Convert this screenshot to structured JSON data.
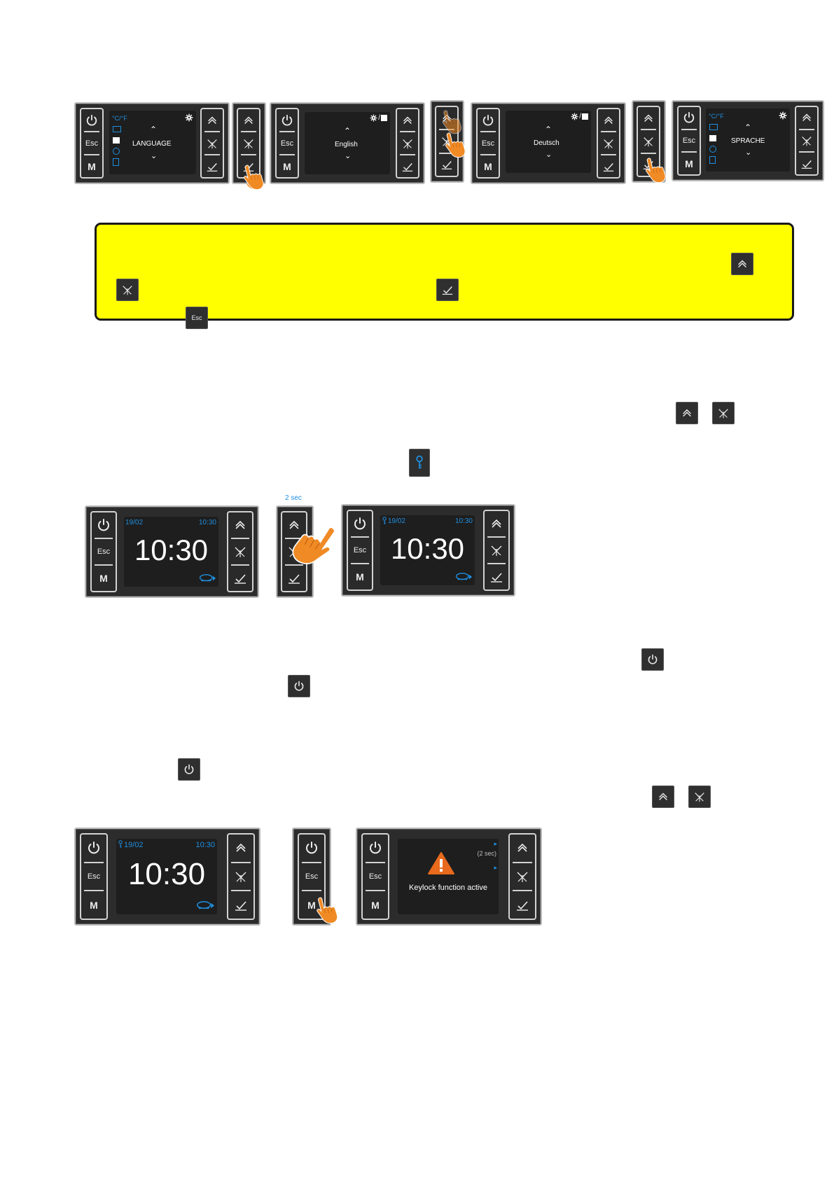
{
  "keys": {
    "esc": "Esc",
    "m": "M"
  },
  "language_sequence": {
    "screen1": {
      "label": "LANGUAGE",
      "temp_icon": "°C/°F",
      "settings_icon": "gear-icon"
    },
    "screen2": {
      "label": "English",
      "status_icon": "gear-icon / book-icon"
    },
    "screen3": {
      "label": "Deutsch",
      "status_icon": "gear-icon / book-icon"
    },
    "screen4": {
      "label": "SPRACHE",
      "temp_icon": "°C/°F",
      "settings_icon": "gear-icon"
    }
  },
  "keylock": {
    "hold_label": "2 sec",
    "clock_time": "10:30",
    "date": "19/02",
    "small_time": "10:30"
  },
  "keylock_active": {
    "message": "Keylock function active",
    "hint": "(2 sec)"
  },
  "inline_icons": {
    "esc_icon_label": "Esc"
  },
  "colors": {
    "accent_blue": "#1e8fe0",
    "note_yellow": "#ffff00",
    "hand_orange": "#f08a24",
    "warning_orange": "#e86a1c"
  }
}
